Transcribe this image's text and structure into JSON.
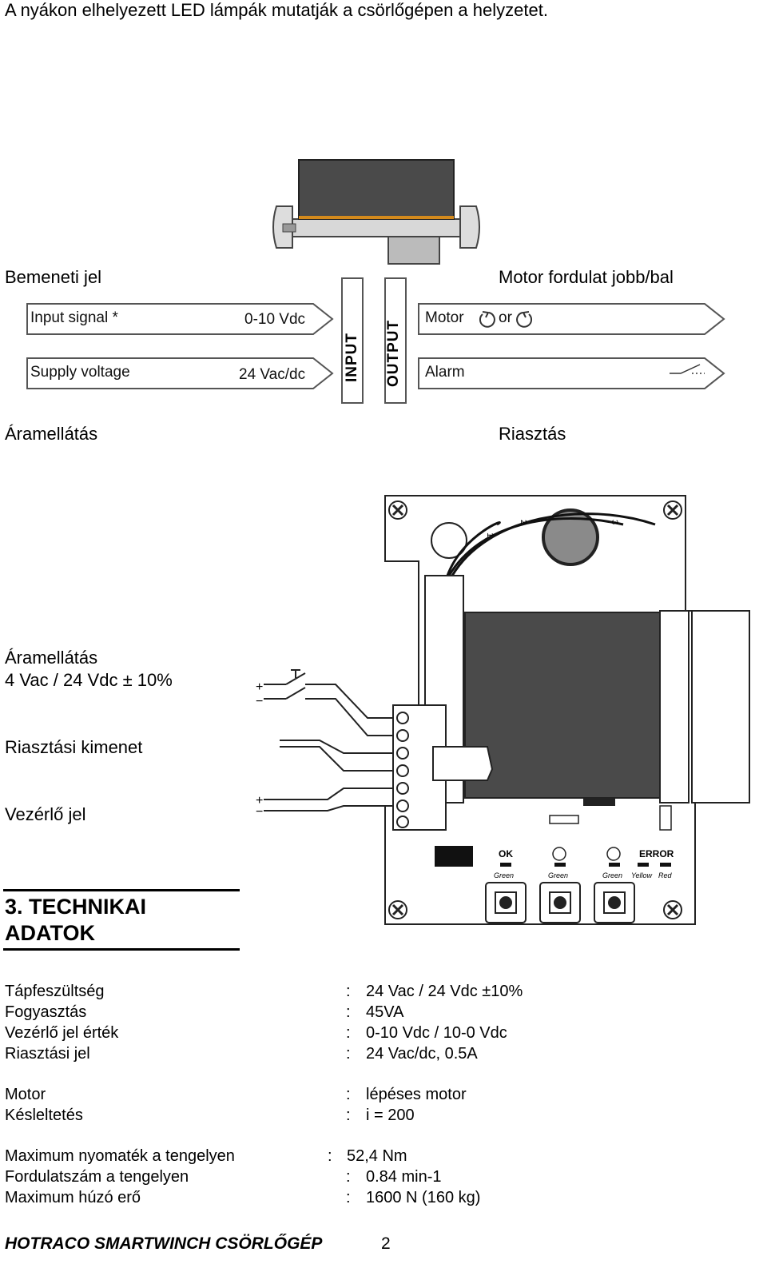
{
  "intro": "A nyákon elhelyezett LED lámpák mutatják a csörlőgépen a helyzetet.",
  "top_labels": {
    "input_signal_hu": "Bemeneti jel",
    "motor_hu": "Motor fordulat jobb/bal",
    "supply_hu": "Áramellátás",
    "alarm_hu": "Riasztás"
  },
  "arrows": {
    "input_signal": "Input signal *",
    "input_signal_value": "0-10 Vdc",
    "supply_voltage": "Supply voltage",
    "supply_value": "24 Vac/dc",
    "motor": "Motor",
    "or": "or",
    "alarm": "Alarm",
    "input_bar": "INPUT",
    "output_bar": "OUTPUT"
  },
  "board_labels": {
    "power_title": "Áramellátás",
    "power_value": "4 Vac / 24 Vdc ± 10%",
    "alarm_output": "Riasztási kimenet",
    "control_signal": "Vezérlő jel"
  },
  "board": {
    "leds": [
      "OK",
      "ERROR"
    ],
    "led_colors": [
      "Green",
      "Green",
      "Green",
      "Yellow",
      "Red"
    ],
    "numbers": [
      "1",
      "2",
      "3"
    ]
  },
  "section": {
    "number": "3.",
    "title_line1": "TECHNIKAI",
    "title_line2": "ADATOK"
  },
  "specs": [
    {
      "label": "Tápfeszültség",
      "value": "24 Vac / 24 Vdc ±10%"
    },
    {
      "label": "Fogyasztás",
      "value": "45VA"
    },
    {
      "label": "Vezérlő jel érték",
      "value": "0-10 Vdc / 10-0 Vdc"
    },
    {
      "label": "Riasztási jel",
      "value": "24 Vac/dc, 0.5A"
    },
    {
      "label": "Motor",
      "value": "lépéses motor"
    },
    {
      "label": "Késleltetés",
      "value": "i = 200"
    },
    {
      "label": "Maximum nyomaték a tengelyen",
      "value": "52,4 Nm"
    },
    {
      "label": "Fordulatszám a tengelyen",
      "value": "0.84 min-1"
    },
    {
      "label": "Maximum húzó erő",
      "value": "1600 N (160 kg)"
    }
  ],
  "footer": {
    "title": "HOTRACO SMARTWINCH CSÖRLŐGÉP",
    "page": "2"
  }
}
